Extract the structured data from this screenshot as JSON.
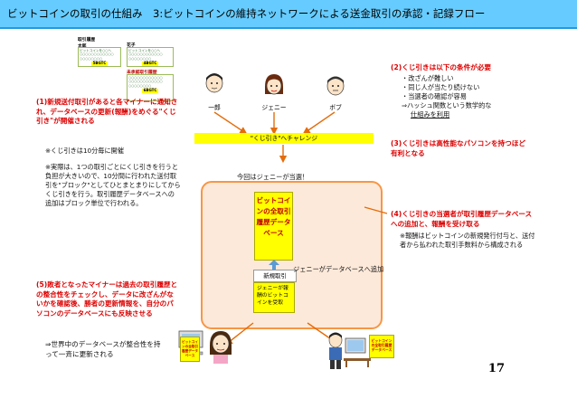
{
  "title": "ビットコインの取引の仕組み　3:ビットコインの維持ネットワークによる送金取引の承認・記録フロー",
  "ledger": {
    "left_head": "取引履歴\n太郎",
    "right_head": "花子",
    "left_btc": "5BGTC",
    "right_btc": "4BGTC",
    "mid_head": "未承認取引履歴",
    "bottom_btc": "6BGTC"
  },
  "persons": {
    "ichiro": "一郎",
    "jenny": "ジェニー",
    "bob": "ボブ"
  },
  "challenge": "\"くじ引き\"へチャレンジ",
  "winner": "今回はジェニーが当選！",
  "ledger_box": "ビットコインの全取引履歴データベース",
  "new_tx": {
    "label": "新規取引",
    "body": "ジェニーが報酬のビットコインを受取"
  },
  "db_add": "ジェニーがデータベースへ追加",
  "note1": {
    "heading": "(1)新規送付取引があると各マイナーに通知され、データベースの更新(報酬)をめぐる\"くじ引き\"が開催される",
    "sub1": "※くじ引きは10分毎に開催",
    "sub2": "※実際は、1つの取引ごとにくじ引きを行うと負担が大きいので、10分間に行われた送付取引を\"ブロック\"としてひとまとまりにしてからくじ引きを行う。取引履歴データベースへの追加はブロック単位で行われる。"
  },
  "note2": {
    "heading": "(2)くじ引きは以下の条件が必要",
    "items": [
      "・改ざんが難しい",
      "・同じ人が当たり続けない",
      "・当選者の確認が容易",
      "⇒ハッシュ関数という数学的な",
      "仕組みを利用"
    ]
  },
  "note3": {
    "heading": "(3)くじ引きは高性能なパソコンを持つほど有利となる"
  },
  "note4": {
    "heading": "(4)くじ引きの当選者が取引履歴データベースへの追加と、報酬を受け取る",
    "sub": "※報酬はビットコインの新規発行付与と、送付者から払われた取引手数料から構成される"
  },
  "note5": {
    "heading": "(5)敗者となったマイナーは過去の取引履歴との整合性をチェックし、データに改ざんがないかを確認後、勝者の更新情報を、自分のパソコンのデータベースにも反映させる",
    "sub": "⇒世界中のデータベースが整合性を持って一斉に更新される"
  },
  "small_ledger": "ビットコインの全取引履歴データベース",
  "page_number": "17",
  "colors": {
    "title_bg": "#66ccff",
    "accent_red": "#dd0000",
    "ledger_yellow": "#ffff00",
    "box_orange": "#fde9d9"
  }
}
